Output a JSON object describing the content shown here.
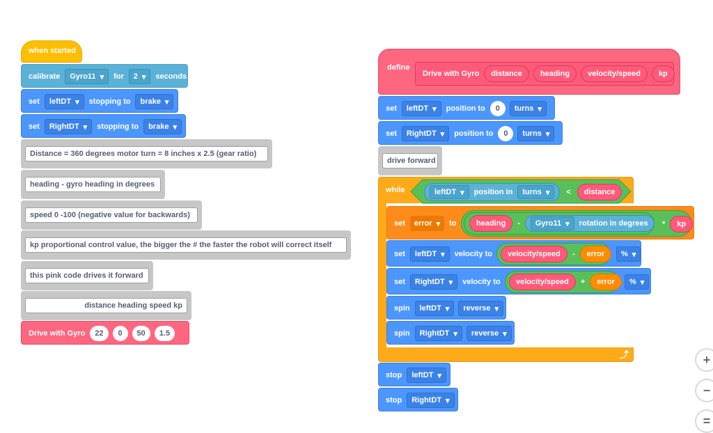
{
  "left": {
    "hat": "when started",
    "calibrate": {
      "label1": "calibrate",
      "device": "Gyro11",
      "label2": "for",
      "value": "2",
      "label3": "seconds"
    },
    "set_left_stop": {
      "label1": "set",
      "motor": "leftDT",
      "label2": "stopping to",
      "mode": "brake"
    },
    "set_right_stop": {
      "label1": "set",
      "motor": "RightDT",
      "label2": "stopping to",
      "mode": "brake"
    },
    "comments": [
      "Distance = 360 degrees motor turn = 8 inches x 2.5 (gear ratio)",
      "heading - gyro heading in degrees",
      "speed 0 -100 (negative value for backwards)",
      "kp proportional control value, the bigger the # the faster the robot will correct itself",
      "this pink code drives it forward",
      "distance  heading  speed  kp"
    ],
    "call": {
      "label": "Drive with Gyro",
      "args": [
        "22",
        "0",
        "50",
        "1.5"
      ]
    }
  },
  "right": {
    "define": {
      "label": "define",
      "name": "Drive with Gyro",
      "params": [
        "distance",
        "heading",
        "velocity/speed",
        "kp"
      ]
    },
    "set_left_pos": {
      "label1": "set",
      "motor": "leftDT",
      "label2": "position to",
      "value": "0",
      "unit": "turns"
    },
    "set_right_pos": {
      "label1": "set",
      "motor": "RightDT",
      "label2": "position to",
      "value": "0",
      "unit": "turns"
    },
    "comment": "drive forward",
    "while": {
      "label": "while",
      "motor": "leftDT",
      "label2": "position in",
      "unit": "turns",
      "op": "<",
      "param": "distance"
    },
    "set_error": {
      "label1": "set",
      "var": "error",
      "label2": "to",
      "heading": "heading",
      "minus": "-",
      "device": "Gyro11",
      "rot": "rotation in degrees",
      "mult": "*",
      "kp": "kp"
    },
    "set_left_vel": {
      "label1": "set",
      "motor": "leftDT",
      "label2": "velocity to",
      "param": "velocity/speed",
      "op": "-",
      "var": "error",
      "unit": "%"
    },
    "set_right_vel": {
      "label1": "set",
      "motor": "RightDT",
      "label2": "velocity to",
      "param": "velocity/speed",
      "op": "+",
      "var": "error",
      "unit": "%"
    },
    "spin_left": {
      "label": "spin",
      "motor": "leftDT",
      "dir": "reverse"
    },
    "spin_right": {
      "label": "spin",
      "motor": "RightDT",
      "dir": "reverse"
    },
    "loop_arrow": "⤴",
    "stop_left": {
      "label": "stop",
      "motor": "leftDT"
    },
    "stop_right": {
      "label": "stop",
      "motor": "RightDT"
    }
  },
  "zoom": {
    "in": "+",
    "out": "−",
    "reset": "="
  },
  "colors": {
    "motion": "#4c97ff",
    "sensing": "#5cb1d6",
    "myblocks": "#ff6680",
    "events": "#ffbf00",
    "control": "#ffab19",
    "variables": "#ff8c1a",
    "operators": "#59c059"
  }
}
